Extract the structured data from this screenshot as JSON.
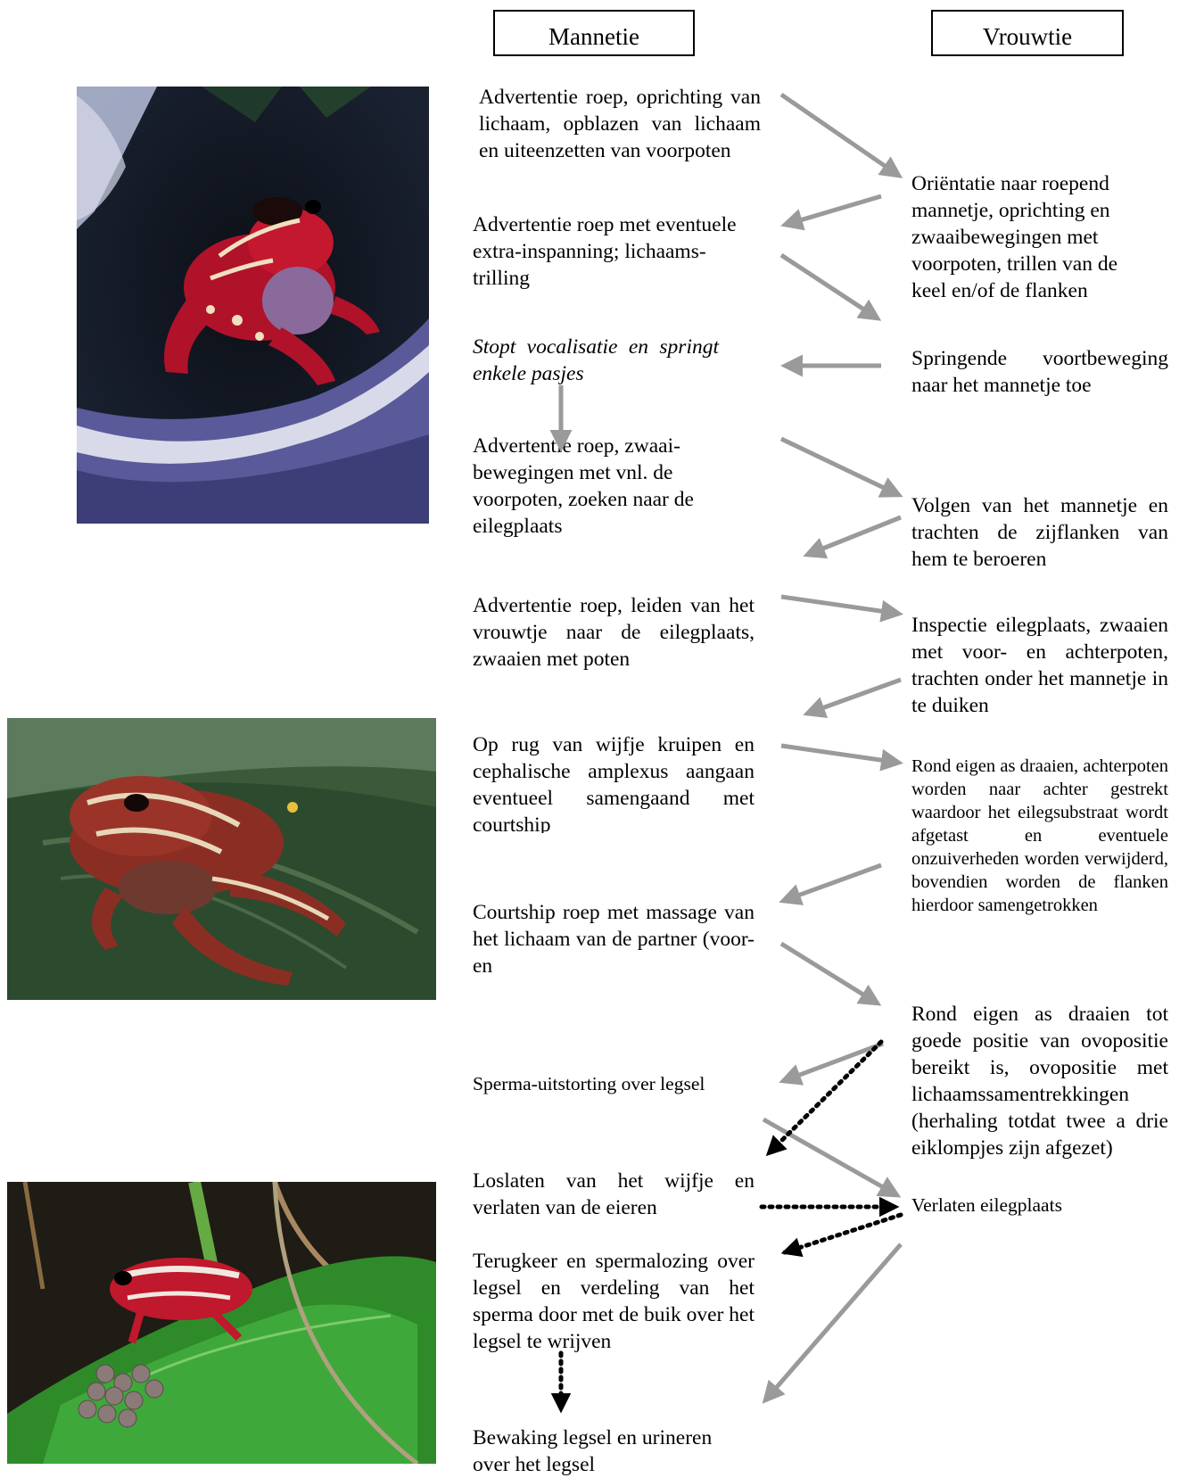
{
  "headers": {
    "male": "Mannetie",
    "female": "Vrouwtie"
  },
  "male_steps": [
    "Advertentie roep, oprichting van lichaam, opblazen van lichaam en uiteenzetten van voorpoten",
    "Advertentie roep met eventuele extra-inspanning; lichaams-trilling",
    "Stopt vocalisatie en springt enkele pasjes",
    "Advertentie roep, zwaai-bewegingen met vnl. de voorpoten, zoeken naar de eilegplaats",
    "Advertentie roep, leiden van het vrouwtje naar de eilegplaats, zwaaien met poten",
    "Op rug van wijfje kruipen en cephalische amplexus aangaan eventueel samengaand met courtship",
    "Courtship roep met massage van het lichaam van de partner (voor- en",
    "Sperma-uitstorting over legsel",
    "Loslaten van het wijfje en verlaten van de eieren",
    "Terugkeer en spermalozing over legsel en verdeling van het sperma door met de buik over het legsel te wrijven",
    "Bewaking legsel en urineren over het legsel"
  ],
  "female_steps": [
    "Oriëntatie naar roepend mannetje, oprichting en zwaaibewegingen met voorpoten, trillen van de keel en/of de flanken",
    "Springende voortbeweging naar het mannetje toe",
    "Volgen van het mannetje en trachten de zijflanken van hem te beroeren",
    "Inspectie eilegplaats, zwaaien met voor- en achterpoten, trachten onder het mannetje in te duiken",
    "Rond eigen as draaien, achterpoten worden naar achter gestrekt waardoor het eilegsubstraat wordt afgetast en eventuele onzuiverheden worden verwijderd, bovendien worden de flanken hierdoor samengetrokken",
    "Rond eigen as draaien tot goede positie van ovopositie bereikt is, ovopositie met lichaamssamentrekkingen (herhaling totdat twee a drie eiklompjes zijn afgezet)",
    "Verlaten eilegplaats"
  ],
  "colors": {
    "solid_arrow": "#9a9a9a",
    "dotted_arrow": "#000000"
  }
}
